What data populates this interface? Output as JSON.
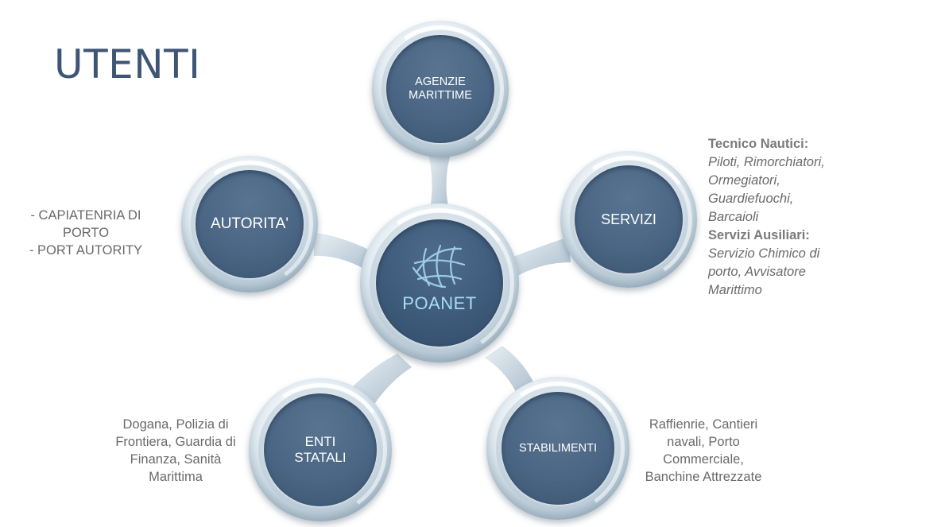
{
  "page": {
    "title": "UTENTI"
  },
  "hub": {
    "label": "POANET",
    "icon": "globe-icon"
  },
  "nodes": {
    "agenzie": {
      "line1": "AGENZIE",
      "line2": "MARITTIME"
    },
    "autorita": {
      "label": "AUTORITA'"
    },
    "servizi": {
      "label": "SERVIZI"
    },
    "enti": {
      "line1": "ENTI",
      "line2": "STATALI"
    },
    "stabilimenti": {
      "label": "STABILIMENTI"
    }
  },
  "notes": {
    "autorita": {
      "lines": [
        "- CAPIATENRIA DI",
        "PORTO",
        "- PORT AUTORITY"
      ]
    },
    "servizi": {
      "heading1": "Tecnico Nautici:",
      "items1": [
        "Piloti, Rimorchiatori,",
        "Ormegiatori,",
        "Guardiefuochi,",
        "Barcaioli"
      ],
      "heading2": "Servizi Ausiliari:",
      "items2": [
        "Servizio Chimico di",
        "porto, Avvisatore",
        "Marittimo"
      ]
    },
    "enti": {
      "lines": [
        "Dogana, Polizia di",
        "Frontiera, Guardia di",
        "Finanza, Sanità",
        "Marittima"
      ]
    },
    "stabilimenti": {
      "lines": [
        "Raffienrie, Cantieri",
        "navali, Porto",
        "Commerciale,",
        "Banchine Attrezzate"
      ]
    }
  },
  "colors": {
    "title": "#3e5675",
    "core": "#4a6684",
    "hub_label": "#a9dcf5",
    "note_text": "#6a6a6a"
  }
}
